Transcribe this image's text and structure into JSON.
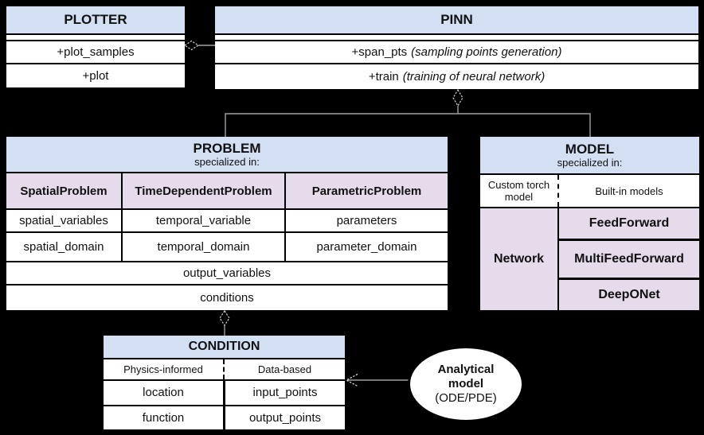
{
  "colors": {
    "background": "#000000",
    "header_fill": "#d3e0f4",
    "accent_fill": "#e6dbeb",
    "cell_fill": "#ffffff",
    "line": "#9f9f9f",
    "marker": "#cfcfcf"
  },
  "plotter": {
    "title": "PLOTTER",
    "methods": [
      "+plot_samples",
      "+plot"
    ]
  },
  "pinn": {
    "title": "PINN",
    "methods": [
      {
        "name": "+span_pts",
        "note": "(sampling points generation)"
      },
      {
        "name": "+train",
        "note": "(training of neural network)"
      }
    ]
  },
  "problem": {
    "title": "PROBLEM",
    "subtitle": "specialized in:",
    "columns": [
      {
        "header": "SpatialProblem",
        "rows": [
          "spatial_variables",
          "spatial_domain"
        ]
      },
      {
        "header": "TimeDependentProblem",
        "rows": [
          "temporal_variable",
          "temporal_domain"
        ]
      },
      {
        "header": "ParametricProblem",
        "rows": [
          "parameters",
          "parameter_domain"
        ]
      }
    ],
    "shared_rows": [
      "output_variables",
      "conditions"
    ]
  },
  "model": {
    "title": "MODEL",
    "subtitle": "specialized in:",
    "custom_header": "Custom torch model",
    "builtin_header": "Built-in models",
    "custom_cell": "Network",
    "builtin_cells": [
      "FeedForward",
      "MultiFeedForward",
      "DeepONet"
    ]
  },
  "condition": {
    "title": "CONDITION",
    "left_header": "Physics-informed",
    "right_header": "Data-based",
    "left_rows": [
      "location",
      "function"
    ],
    "right_rows": [
      "input_points",
      "output_points"
    ]
  },
  "analytical": {
    "line1": "Analytical",
    "line2": "model",
    "line3": "(ODE/PDE)"
  }
}
